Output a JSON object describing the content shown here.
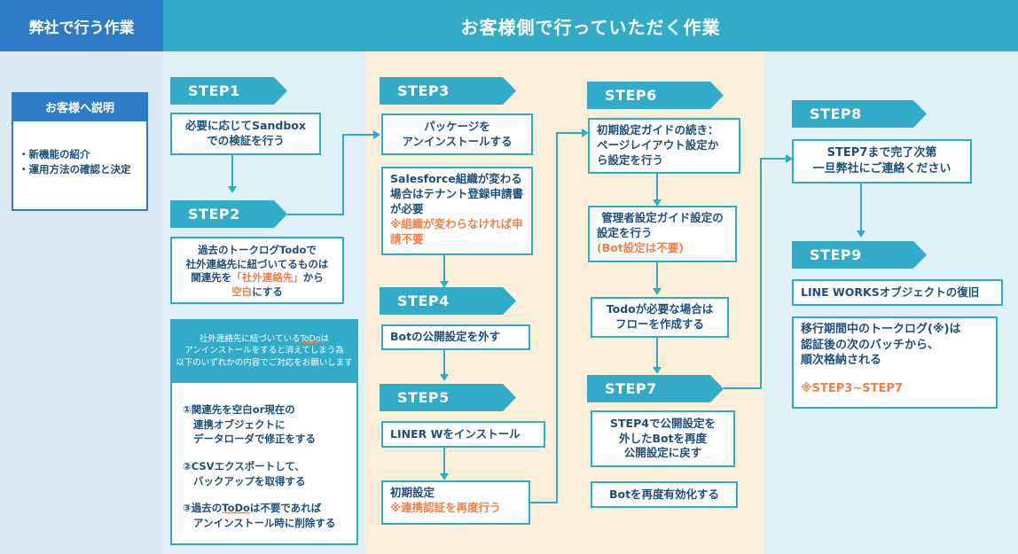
{
  "header": {
    "left_title": "弊社で行う作業",
    "right_title": "お客様側で行っていただく作業"
  },
  "explain": {
    "title": "お客様へ説明",
    "items": [
      "・新機能の紹介",
      "・運用方法の確認と決定"
    ]
  },
  "steps": {
    "s1": "STEP1",
    "s2": "STEP2",
    "s3": "STEP3",
    "s4": "STEP4",
    "s5": "STEP5",
    "s6": "STEP6",
    "s7": "STEP7",
    "s8": "STEP8",
    "s9": "STEP9"
  },
  "boxes": {
    "s1_a": "必要に応じてSandbox",
    "s1_b": "での検証を行う",
    "s2_a": "過去のトークログTodoで",
    "s2_b": "社外連絡先に紐づいてるものは",
    "s2_c": "関連先を",
    "s2_d": "「社外連絡先」",
    "s2_e": "から",
    "s2_f": "空白",
    "s2_g": "にする",
    "s3_a": "パッケージを",
    "s3_b": "アンインストールする",
    "s3n_a": "Salesforce組織が変わる",
    "s3n_b": "場合はテナント登録申請書",
    "s3n_c": "が必要",
    "s3n_d": "※組織が変わらなければ申",
    "s3n_e": "請不要",
    "s4_a": "Botの公開設定を外す",
    "s5_a": "LINER Wをインストール",
    "s5n_a": "初期設定",
    "s5n_b": "※連携認証を再度行う",
    "s6_a": "初期設定ガイドの続き：",
    "s6_b": "ページレイアウト設定か",
    "s6_c": "ら設定を行う",
    "s6n_a": "管理者設定ガイド設定の",
    "s6n_b": "設定を行う",
    "s6n_c": "(Bot設定は不要)",
    "s6t_a": "Todoが必要な場合は",
    "s6t_b": "フローを作成する",
    "s7_a": "STEP4で公開設定を",
    "s7_b": "外したBotを再度",
    "s7_c": "公開設定に戻す",
    "s7n_a": "Botを再度有効化する",
    "s8_a": "STEP7まで完了次第",
    "s8_b": "一旦弊社にご連絡ください",
    "s9_a": "LINE WORKSオブジェクトの復旧",
    "s9n_a": "移行期間中のトークログ(※)は",
    "s9n_b": "認証後の次のバッチから、",
    "s9n_c": "順次格納される",
    "s9n_d": "※STEP3~STEP7"
  },
  "note": {
    "head_a": "社外連絡先に紐づいている",
    "head_b": "ToDo",
    "head_c": "は",
    "head_d": "アンインストールをすると消えてしまう為",
    "head_e": "以下のいずれかの内容でご対応をお願いします",
    "o1_a": "①関連先を空白or現在の",
    "o1_b": "連携オブジェクトに",
    "o1_c": "データローダで修正をする",
    "o2_a": "②CSVエクスポートして、",
    "o2_b": "バックアップを取得する",
    "o3_a": "③過去の",
    "o3_b": "ToDo",
    "o3_c": "は不要であれば",
    "o3_d": "アンインストール時に削除する"
  },
  "colors": {
    "teal": "#31abc8",
    "blue": "#2e7cc6",
    "navy_text": "#1f4e79",
    "orange": "#f07f4a",
    "bg_blue": "#dbe9f4",
    "bg_light": "#dff0f6",
    "bg_beige": "#fcefd9"
  }
}
